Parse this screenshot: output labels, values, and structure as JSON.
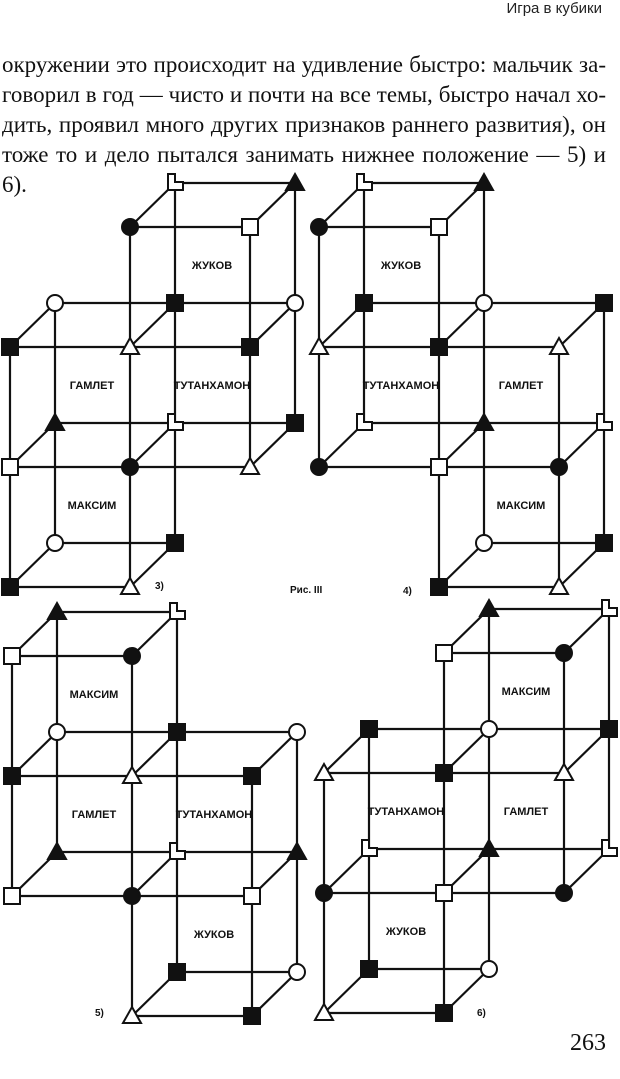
{
  "header": {
    "running_title": "Игра в кубики"
  },
  "body": {
    "lines": [
      "окружении это происходит на удивление быстро: мальчик за-",
      "говорил в год — чисто и почти на все темы, быстро начал хо-",
      "дить, проявил много других признаков раннего развития), он",
      "тоже то и дело пытался занимать нижнее положение — 5) и 6)."
    ]
  },
  "figure": {
    "caption": "Рис. III",
    "panels": [
      {
        "label": "3)",
        "cubes": [
          "ЖУКОВ",
          "ГАМЛЕТ",
          "ТУТАНХАМОН",
          "МАКСИМ"
        ]
      },
      {
        "label": "4)",
        "cubes": [
          "ЖУКОВ",
          "ТУТАНХАМОН",
          "ГАМЛЕТ",
          "МАКСИМ"
        ]
      },
      {
        "label": "5)",
        "cubes": [
          "МАКСИМ",
          "ГАМЛЕТ",
          "ТУТАНХАМОН",
          "ЖУКОВ"
        ]
      },
      {
        "label": "6)",
        "cubes": [
          "МАКСИМ",
          "ТУТАНХАМОН",
          "ГАМЛЕТ",
          "ЖУКОВ"
        ]
      }
    ]
  },
  "footer": {
    "page_number": "263"
  }
}
